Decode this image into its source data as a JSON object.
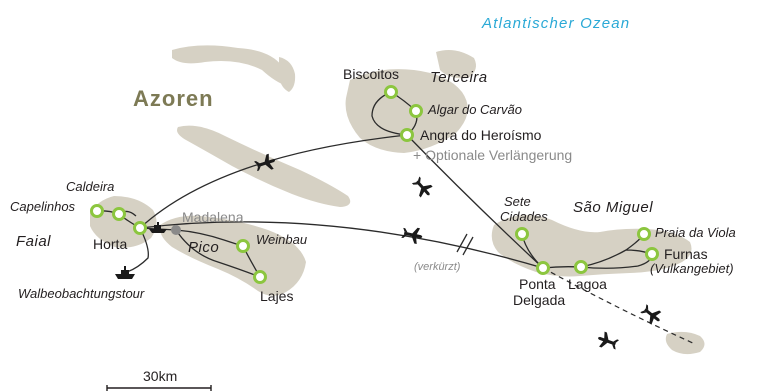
{
  "map": {
    "title": "Azoren",
    "ocean_label": "Atlantischer Ozean",
    "colors": {
      "land": "#d6d1c4",
      "stop_ring": "#8cc63f",
      "ocean_text": "#2aa9d6",
      "title_text": "#7d7a55",
      "route": "#2b2b2b",
      "optional": "#8a8a8a"
    },
    "islands": {
      "terceira": "Terceira",
      "sao_miguel": "São Miguel",
      "faial": "Faial",
      "pico": "Pico"
    },
    "places": {
      "biscoitos": "Biscoitos",
      "algar": "Algar do Carvão",
      "angra": "Angra do Heroísmo",
      "optional_extension": "+ Optionale Verlängerung",
      "caldeira": "Caldeira",
      "capelinhos": "Capelinhos",
      "horta": "Horta",
      "madalena": "Madalena",
      "weinbau": "Weinbau",
      "lajes": "Lajes",
      "whale_tour": "Walbeobachtungstour",
      "sete": "Sete",
      "cidades": "Cidades",
      "praia": "Praia da Viola",
      "furnas": "Furnas",
      "vulkangebiet": "(Vulkangebiet)",
      "ponta": "Ponta",
      "delgada": "Delgada",
      "lagoa": "Lagoa",
      "verkuerzt": "(verkürzt)"
    },
    "scale": {
      "label": "30km"
    },
    "icons": [
      "plane-icon",
      "ferry-icon",
      "whale-boat-icon"
    ]
  }
}
